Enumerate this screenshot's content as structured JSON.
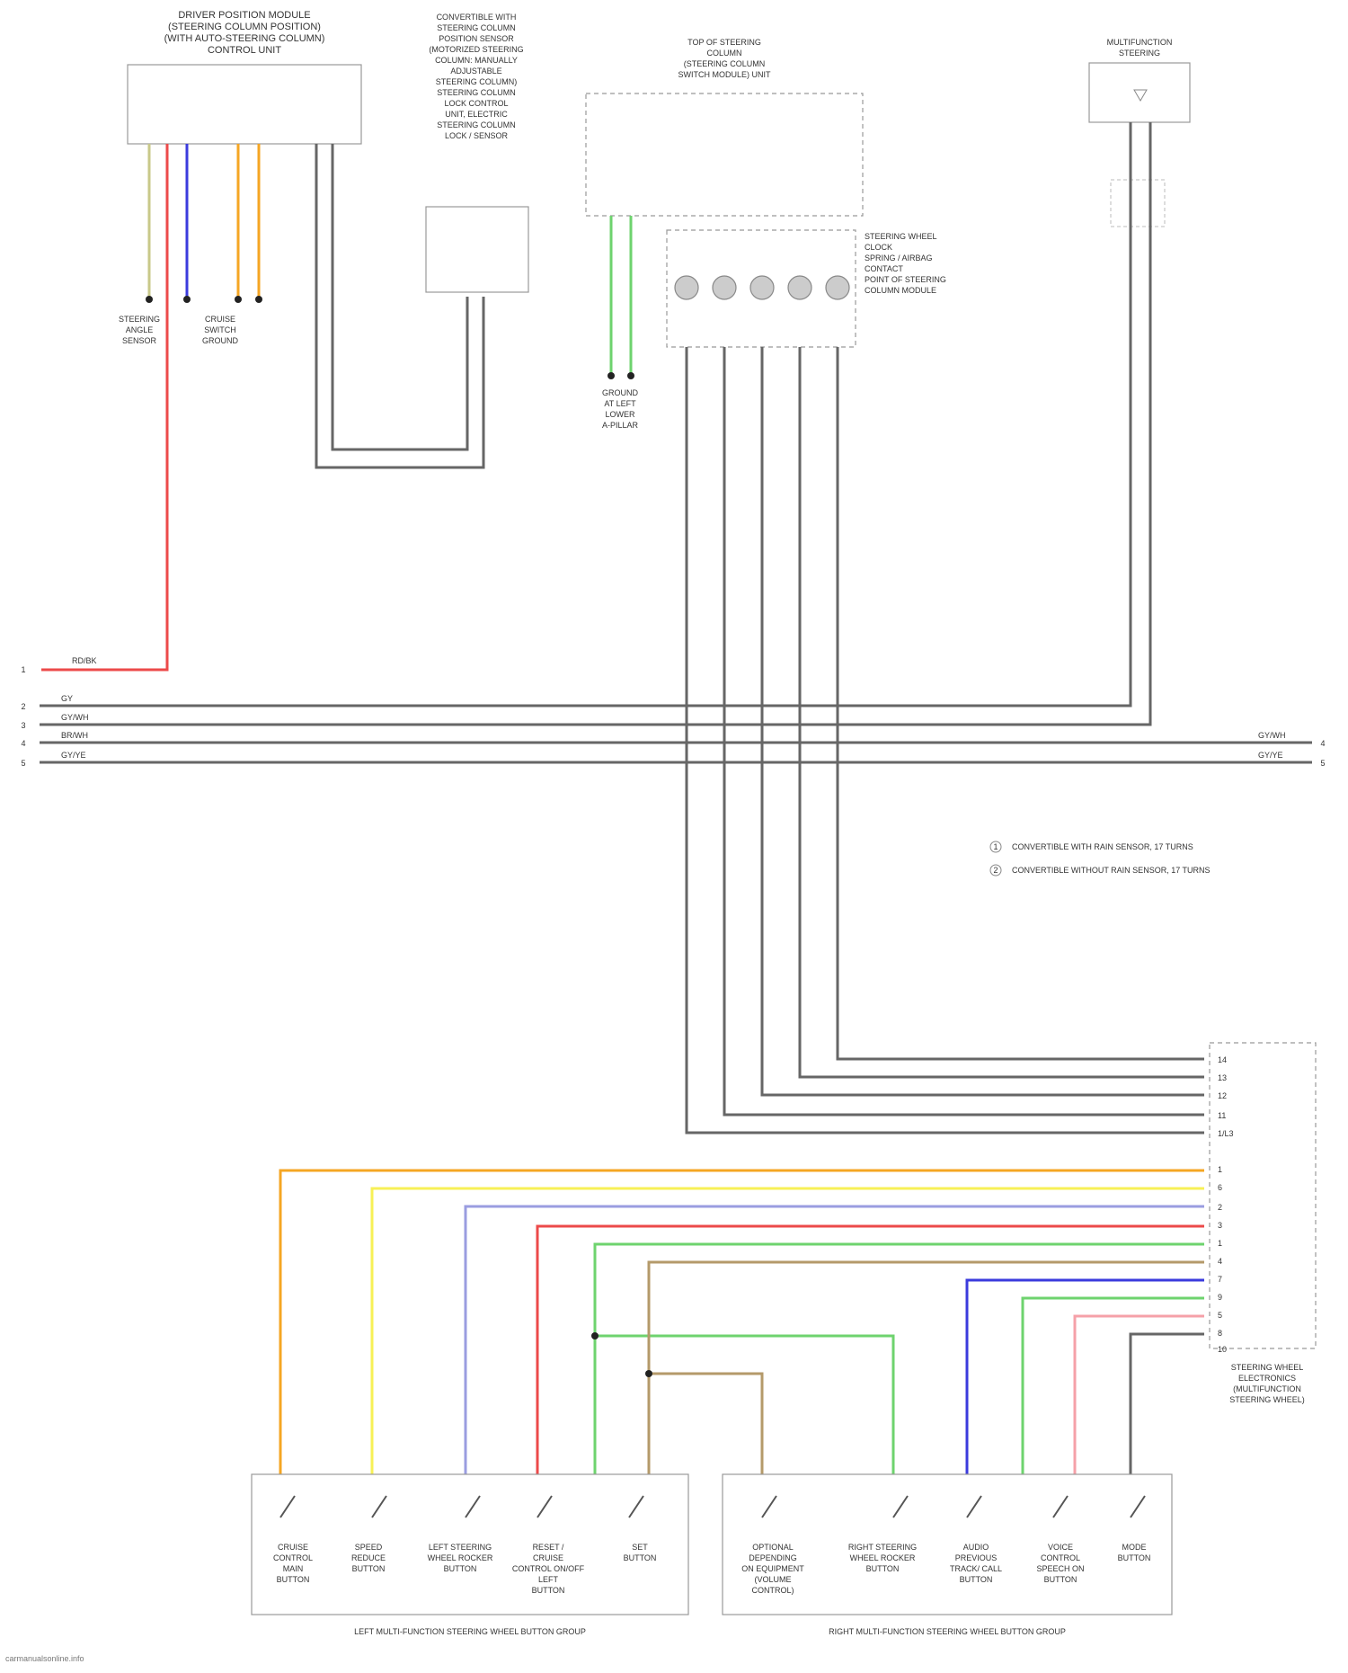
{
  "diagram": {
    "title": "",
    "components": {
      "driver_position_module": {
        "label_lines": [
          "DRIVER POSITION MODULE",
          "(STEERING COLUMN POSITION)",
          "(WITH AUTO-STEERING COLUMN)",
          "CONTROL UNIT"
        ]
      },
      "column_ecu": {
        "label_lines": [
          "CONVERTIBLE WITH",
          "STEERING COLUMN",
          "POSITION SENSOR",
          "(MOTORIZED STEERING",
          "COLUMN: MANUALLY",
          "ADJUSTABLE",
          "STEERING COLUMN)",
          "STEERING COLUMN",
          "LOCK CONTROL",
          "UNIT, ELECTRIC",
          "STEERING COLUMN",
          "LOCK / SENSOR"
        ]
      },
      "top_column_module": {
        "label_lines": [
          "TOP OF STEERING",
          "COLUMN",
          "(STEERING COLUMN",
          "SWITCH MODULE) UNIT"
        ]
      },
      "multifunction_unit": {
        "label_lines": [
          "MULTIFUNCTION",
          "STEERING"
        ]
      },
      "clock_spring_labels": [
        "STEERING WHEEL",
        "CLOCK",
        "SPRING / AIRBAG",
        "CONTACT",
        "POINT OF STEERING",
        "COLUMN MODULE"
      ],
      "wheel_electronics": {
        "label_lines": [
          "STEERING WHEEL",
          "ELECTRONICS",
          "(MULTIFUNCTION",
          "STEERING WHEEL)"
        ]
      },
      "left_button_group": {
        "caption": "LEFT MULTI-FUNCTION STEERING WHEEL BUTTON GROUP",
        "buttons": [
          {
            "lines": [
              "CRUISE",
              "CONTROL",
              "MAIN",
              "BUTTON"
            ]
          },
          {
            "lines": [
              "SPEED",
              "REDUCE",
              "BUTTON"
            ]
          },
          {
            "lines": [
              "LEFT STEERING",
              "WHEEL ROCKER",
              "BUTTON"
            ]
          },
          {
            "lines": [
              "RESET /",
              "CRUISE",
              "CONTROL ON/OFF",
              "LEFT",
              "BUTTON"
            ]
          },
          {
            "lines": [
              "SET",
              "BUTTON"
            ]
          }
        ]
      },
      "right_button_group": {
        "caption": "RIGHT MULTI-FUNCTION STEERING WHEEL BUTTON GROUP",
        "buttons": [
          {
            "lines": [
              "OPTIONAL",
              "DEPENDING",
              "ON EQUIPMENT",
              "(VOLUME",
              "CONTROL)"
            ]
          },
          {
            "lines": [
              "RIGHT STEERING",
              "WHEEL ROCKER",
              "BUTTON"
            ]
          },
          {
            "lines": [
              "AUDIO",
              "PREVIOUS",
              "TRACK/ CALL",
              "BUTTON"
            ]
          },
          {
            "lines": [
              "VOICE",
              "CONTROL",
              "SPEECH ON",
              "BUTTON"
            ]
          },
          {
            "lines": [
              "MODE",
              "BUTTON"
            ]
          }
        ]
      }
    },
    "ground_labels": {
      "left_a": [
        "STEERING",
        "ANGLE",
        "SENSOR"
      ],
      "left_b": [
        "CRUISE",
        "SWITCH",
        "GROUND"
      ],
      "mid": [
        "GROUND",
        "AT LEFT",
        "LOWER",
        "A-PILLAR"
      ]
    },
    "bus_lines": {
      "labels_left": [
        "RD/BK",
        "GY",
        "GY/WH",
        "BR/WH",
        "GY/YE"
      ],
      "labels_right": [
        "GY/WH",
        "GY/YE"
      ],
      "numbers_left": [
        "1",
        "2",
        "3",
        "4",
        "5"
      ],
      "numbers_right": [
        "4",
        "5"
      ]
    },
    "legend": [
      {
        "symbol": "1",
        "text": "CONVERTIBLE WITH RAIN SENSOR, 17 TURNS"
      },
      {
        "symbol": "2",
        "text": "CONVERTIBLE WITHOUT RAIN SENSOR, 17 TURNS"
      }
    ],
    "connector_pins": [
      "14",
      "13",
      "12",
      "11",
      "1/L3",
      "1",
      "6",
      "2",
      "3",
      "1",
      "4",
      "7",
      "9",
      "5",
      "8",
      "10"
    ],
    "wire_colors": {
      "orange": "#f5a623",
      "yellow": "#f7f056",
      "lavender": "#9a9de0",
      "red": "#ec4a4a",
      "green": "#6ed36e",
      "tan": "#b49a6a",
      "blue": "#3b3bdd",
      "pink": "#f5a0a8",
      "gray": "#666666"
    },
    "credit": "carmanualsonline.info"
  }
}
